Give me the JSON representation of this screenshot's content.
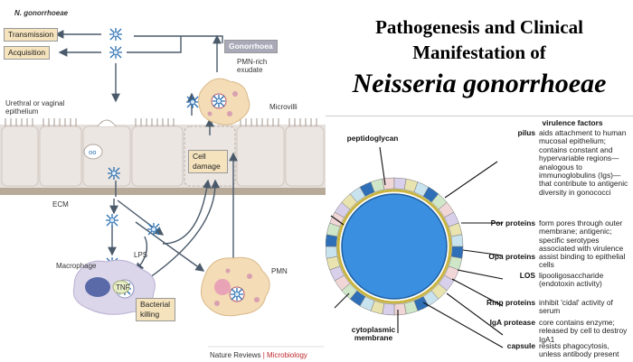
{
  "left": {
    "species": "N. gonorrhoeae",
    "transmission": "Transmission",
    "acquisition": "Acquisition",
    "gonorrhoea": "Gonorrhoea",
    "pmn_exudate": "PMN-rich exudate",
    "epithelium": "Urethral or vaginal epithelium",
    "microvilli": "Microvilli",
    "cell_damage": "Cell damage",
    "ecm": "ECM",
    "lps": "LPS",
    "macrophage": "Macrophage",
    "tnf": "TNF",
    "bacterial_killing": "Bacterial killing",
    "pmn": "PMN",
    "credit_a": "Nature Reviews",
    "credit_sep": "|",
    "credit_b": "Microbiology"
  },
  "title": {
    "line1": "Pathogenesis and Clinical",
    "line2": "Manifestation of",
    "line3": "Neisseria gonorrhoeae"
  },
  "right": {
    "virulence_factors": "virulence factors",
    "peptidoglycan": "peptidoglycan",
    "cytoplasmic": "cytoplasmic membrane",
    "factors": [
      {
        "name": "pilus",
        "desc": "aids attachment to human mucosal epithelium; contains constant and hypervariable regions—analogous to immunoglobulins (Igs)—that contribute to antigenic diversity in gonococci"
      },
      {
        "name": "Por proteins",
        "desc": "form pores through outer membrane; antigenic; specific serotypes associated with virulence"
      },
      {
        "name": "Opa proteins",
        "desc": "assist binding to epithelial cells"
      },
      {
        "name": "LOS",
        "desc": "lipooligosaccharide (endotoxin activity)"
      },
      {
        "name": "Rmp proteins",
        "desc": "inhibit 'cidal' activity of serum"
      },
      {
        "name": "IgA protease",
        "desc": "core contains enzyme; released by cell to destroy IgA1"
      },
      {
        "name": "capsule",
        "desc": "resists phagocytosis, unless antibody present"
      }
    ]
  },
  "colors": {
    "box_fill": "#f5e3bd",
    "gonorrhoea_fill": "#a9a9b8",
    "epithelium": "#e6e0dc",
    "ecm": "#b8aa98",
    "credit_accent": "#c0282d",
    "cell_blue": "#3a8fe0",
    "bacteria": "#2a6fb0"
  }
}
